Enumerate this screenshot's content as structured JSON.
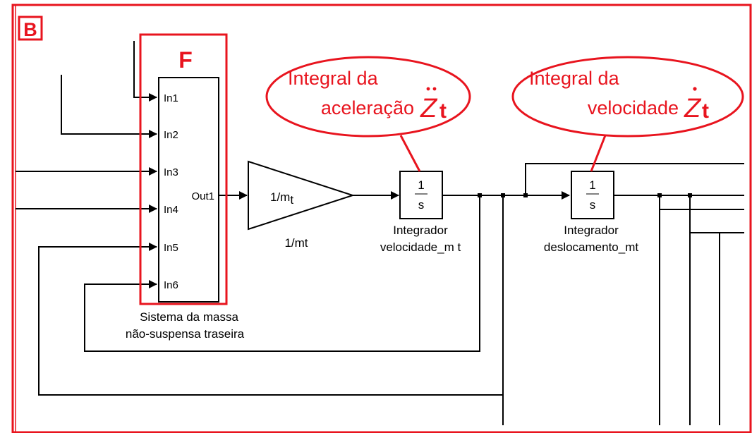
{
  "panel_label": "B",
  "highlight_label": "F",
  "colors": {
    "annotation_red": "#e8141e",
    "line_black": "#000000",
    "background": "#ffffff"
  },
  "subsystem": {
    "inputs": [
      "In1",
      "In2",
      "In3",
      "In4",
      "In5",
      "In6"
    ],
    "output": "Out1",
    "caption_line1": "Sistema da massa",
    "caption_line2": "não-suspensa traseira"
  },
  "gain": {
    "inner": "1/m",
    "inner_sub": "t",
    "caption": "1/mt"
  },
  "integrator1": {
    "numerator": "1",
    "denominator": "s",
    "caption_line1": "Integrador",
    "caption_line2": "velocidade_m t"
  },
  "integrator2": {
    "numerator": "1",
    "denominator": "s",
    "caption_line1": "Integrador",
    "caption_line2": "deslocamento_mt"
  },
  "callout_accel": {
    "line1": "Integral da",
    "line2": "aceleração",
    "symbol": "Z",
    "subscript": "t"
  },
  "callout_vel": {
    "line1": "Integral da",
    "line2": "velocidade",
    "symbol": "Z",
    "subscript": "t"
  }
}
